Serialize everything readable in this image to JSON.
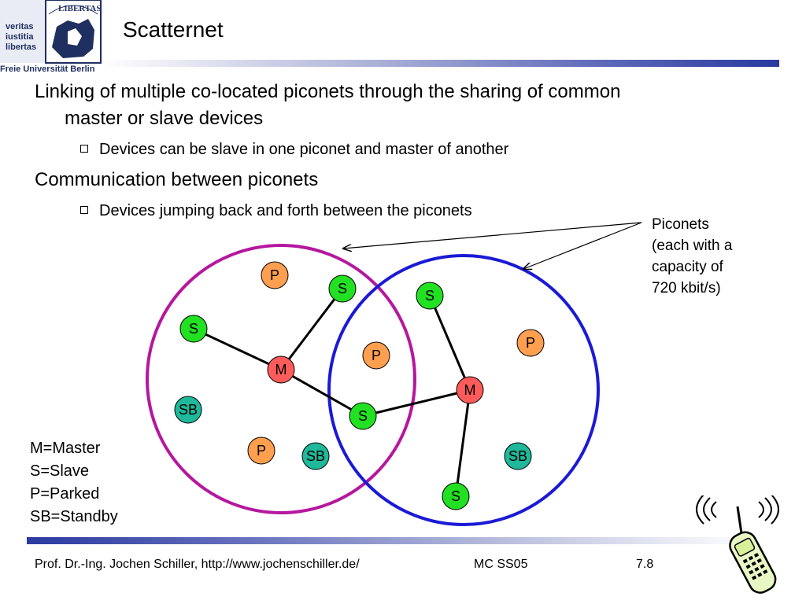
{
  "logo": {
    "motto": [
      "veritas",
      "iustitia",
      "libertas"
    ],
    "seal_text": "LIBERTAS",
    "university": "Freie Universität Berlin"
  },
  "title": "Scatternet",
  "bullets": {
    "b1_line1": "Linking of multiple co-located piconets through the sharing of common",
    "b1_line2": "master or slave devices",
    "b1_sub": "Devices can be slave in one piconet and master of another",
    "b2": "Communication between piconets",
    "b2_sub": "Devices jumping back and forth between the piconets"
  },
  "annotation": [
    "Piconets",
    "(each with a",
    "capacity of",
    "720 kbit/s)"
  ],
  "legend": [
    "M=Master",
    "S=Slave",
    "P=Parked",
    "SB=Standby"
  ],
  "piconets": [
    {
      "name": "left",
      "color": "#b5179e"
    },
    {
      "name": "right",
      "color": "#1a1ad6"
    }
  ],
  "node_colors": {
    "M": "#ff5b5b",
    "S": "#22e022",
    "P": "#ff9f4f",
    "SB": "#1fb89a"
  },
  "nodes": [
    {
      "id": "p1",
      "label": "P",
      "type": "P"
    },
    {
      "id": "s1",
      "label": "S",
      "type": "S"
    },
    {
      "id": "s2",
      "label": "S",
      "type": "S"
    },
    {
      "id": "s3",
      "label": "S",
      "type": "S"
    },
    {
      "id": "m1",
      "label": "M",
      "type": "M"
    },
    {
      "id": "p2",
      "label": "P",
      "type": "P"
    },
    {
      "id": "sb1",
      "label": "SB",
      "type": "SB"
    },
    {
      "id": "s4",
      "label": "S",
      "type": "S"
    },
    {
      "id": "p3",
      "label": "P",
      "type": "P"
    },
    {
      "id": "sb2",
      "label": "SB",
      "type": "SB"
    },
    {
      "id": "m2",
      "label": "M",
      "type": "M"
    },
    {
      "id": "p4",
      "label": "P",
      "type": "P"
    },
    {
      "id": "sb3",
      "label": "SB",
      "type": "SB"
    },
    {
      "id": "s5",
      "label": "S",
      "type": "S"
    }
  ],
  "links": [
    [
      "m1",
      "s1"
    ],
    [
      "m1",
      "s2"
    ],
    [
      "m1",
      "s4"
    ],
    [
      "m2",
      "s3"
    ],
    [
      "m2",
      "s4"
    ],
    [
      "m2",
      "s5"
    ]
  ],
  "footer": {
    "author": "Prof. Dr.-Ing. Jochen Schiller, http://www.jochenschiller.de/",
    "course": "MC SS05",
    "page": "7.8"
  },
  "icons": [
    "university-seal-icon",
    "mobile-phone-icon"
  ]
}
